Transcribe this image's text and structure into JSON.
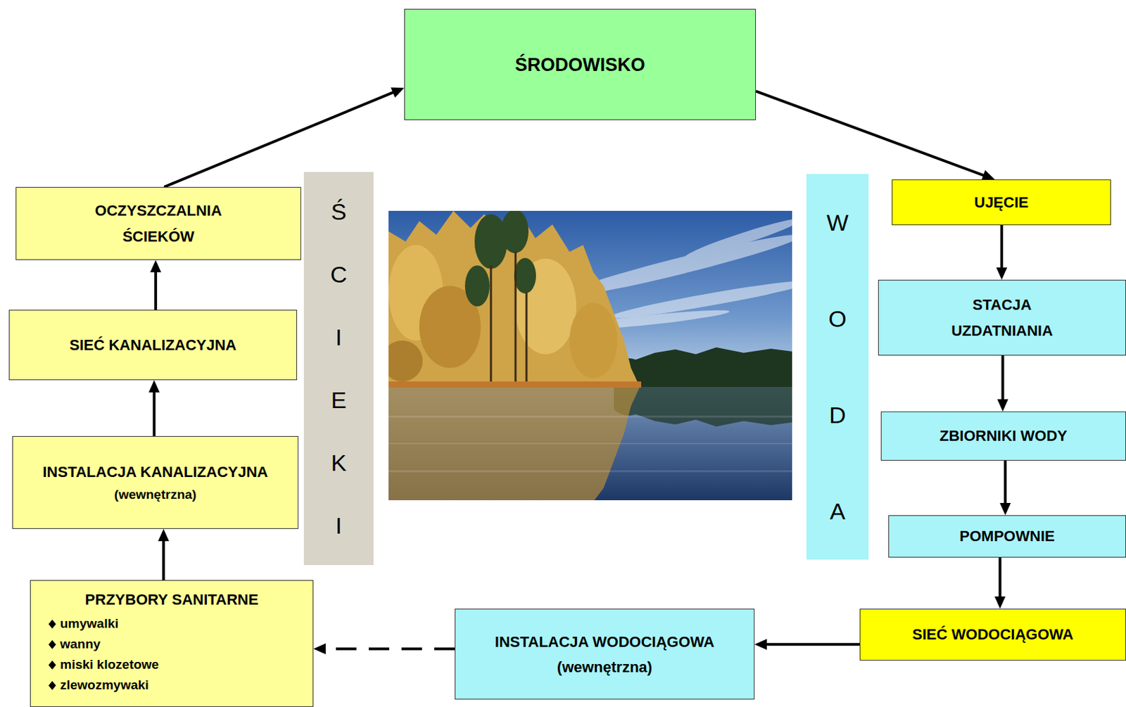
{
  "diagram": {
    "nodes": [
      {
        "text": [
          "ŚRODOWISKO"
        ]
      },
      {
        "text": [
          "OCZYSZCZALNIA ŚCIEKÓW"
        ]
      },
      {
        "text": [
          "ŚCIEKI"
        ]
      },
      {
        "text": [
          "WODA"
        ]
      },
      {
        "text": [
          "UJĘCIE"
        ]
      },
      {
        "text": [
          "STACJA UZDATNIANIA"
        ]
      },
      {
        "text": [
          "SIEĆ KANALIZACYJNA"
        ]
      },
      {
        "text": [
          "ZBIORNIKI WODY"
        ]
      },
      {
        "text": [
          "INSTALACJA KANALIZACYJNA",
          "(wewnętrzna)"
        ]
      },
      {
        "text": [
          "POMPOWNIE"
        ]
      },
      {
        "text": [
          "PRZYBORY SANITARNE",
          "umywalki",
          "wanny",
          "miski klozetowe",
          "zlewozmywaki"
        ]
      },
      {
        "text": [
          "INSTALACJA WODOCIĄGOWA",
          "(wewnętrzna)"
        ]
      },
      {
        "text": [
          "SIEĆ WODOCIĄGOWA"
        ]
      }
    ],
    "edges": [
      {
        "from": 0,
        "to": 4,
        "arrow": "to"
      },
      {
        "from": 4,
        "to": 5,
        "arrow": "to"
      },
      {
        "from": 5,
        "to": 7,
        "arrow": "to"
      },
      {
        "from": 7,
        "to": 9,
        "arrow": "to"
      },
      {
        "from": 9,
        "to": 12,
        "arrow": "to"
      },
      {
        "from": 12,
        "to": 11,
        "arrow": "to"
      },
      {
        "from": 11,
        "to": 10,
        "arrow": "to"
      },
      {
        "from": 10,
        "to": 8,
        "arrow": "to"
      },
      {
        "from": 8,
        "to": 6,
        "arrow": "to"
      },
      {
        "from": 6,
        "to": 1,
        "arrow": "to"
      },
      {
        "from": 1,
        "to": 0,
        "arrow": "to"
      }
    ]
  }
}
